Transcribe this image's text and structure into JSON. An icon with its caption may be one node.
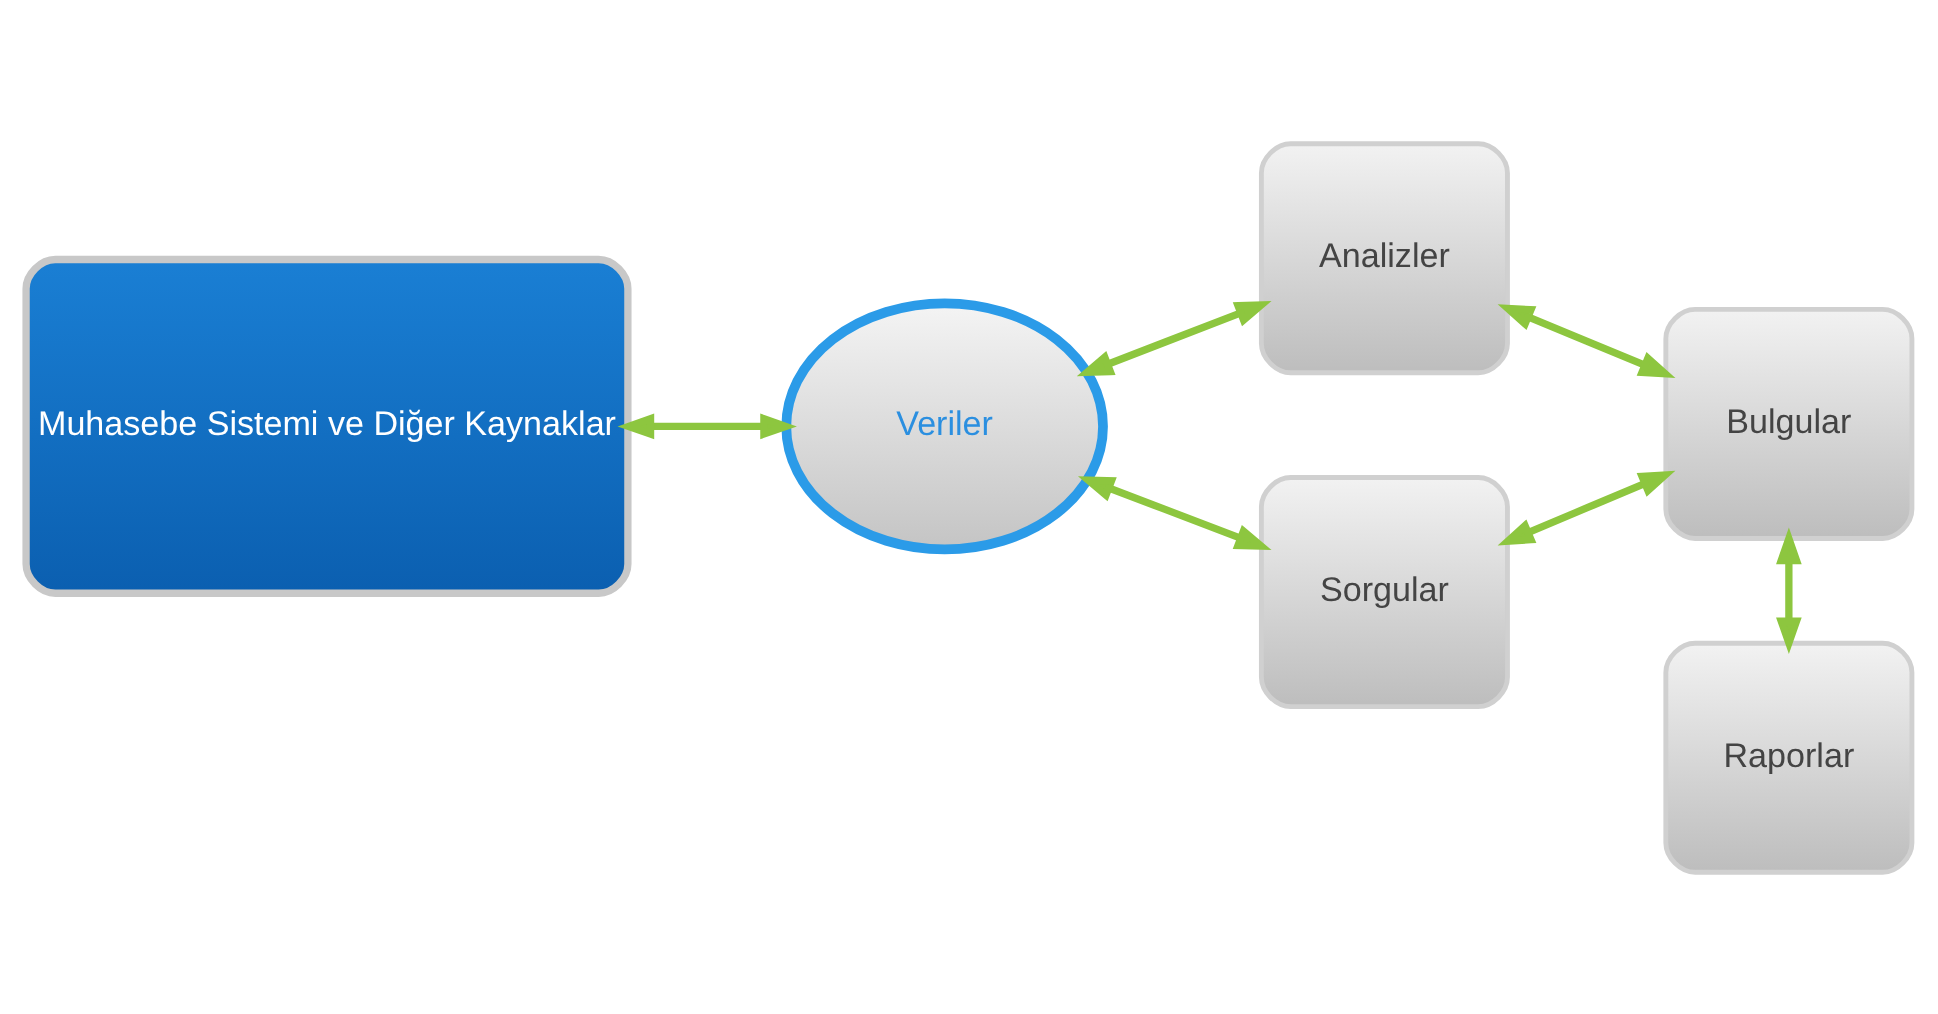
{
  "diagram": {
    "nodes": [
      {
        "text": [
          "Muhasebe Sistemi ve Diğer Kaynaklar"
        ]
      },
      {
        "text": [
          "Veriler"
        ]
      },
      {
        "text": [
          "Analizler"
        ]
      },
      {
        "text": [
          "Sorgular"
        ]
      },
      {
        "text": [
          "Bulgular"
        ]
      },
      {
        "text": [
          "Raporlar"
        ]
      }
    ],
    "edges": [
      {
        "from": 0,
        "to": 1,
        "arrow": "both"
      },
      {
        "from": 1,
        "to": 2,
        "arrow": "both"
      },
      {
        "from": 1,
        "to": 3,
        "arrow": "both"
      },
      {
        "from": 2,
        "to": 4,
        "arrow": "both"
      },
      {
        "from": 3,
        "to": 4,
        "arrow": "both"
      },
      {
        "from": 4,
        "to": 5,
        "arrow": "both"
      }
    ]
  }
}
